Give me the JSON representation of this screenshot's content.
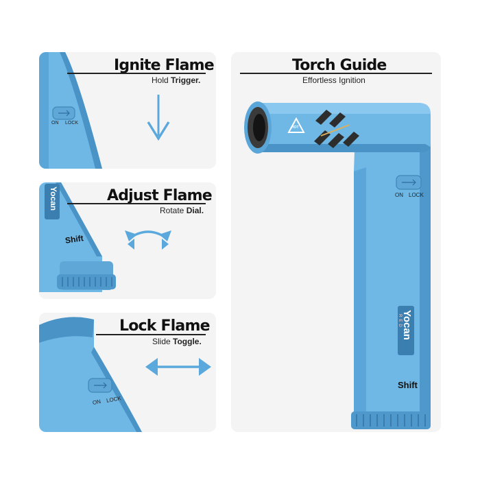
{
  "panels": {
    "ignite": {
      "title": "Ignite Flame",
      "sub_pre": "Hold ",
      "sub_bold": "Trigger."
    },
    "adjust": {
      "title": "Adjust Flame",
      "sub_pre": "Rotate ",
      "sub_bold": "Dial."
    },
    "lock": {
      "title": "Lock Flame",
      "sub_pre": "Slide ",
      "sub_bold": "Toggle."
    }
  },
  "guide": {
    "title": "Torch Guide",
    "subtitle": "Effortless Ignition"
  },
  "device": {
    "switch_on": "ON",
    "switch_lock": "LOCK",
    "brand": "Yocan",
    "brand_sub": "RED",
    "model": "Shift",
    "hot_label": "HOT"
  },
  "colors": {
    "device": "#6fb8e6",
    "device_dark": "#4a93c6",
    "arrow": "#5aa8dc",
    "panel_bg": "#f4f4f4"
  },
  "icons": [
    "arrow-down-icon",
    "rotate-arrows-icon",
    "double-arrow-icon",
    "hot-warning-icon"
  ]
}
